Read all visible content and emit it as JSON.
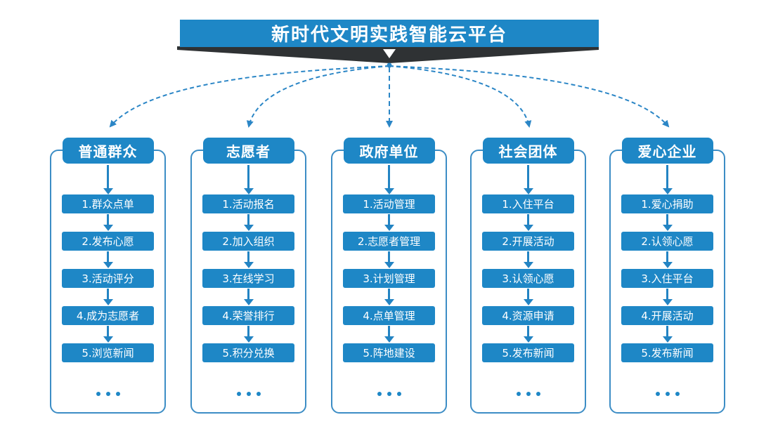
{
  "page": {
    "background": "#ffffff"
  },
  "colors": {
    "primary_blue": "#1e87c6",
    "line_blue": "#2b86c6",
    "ribbon_dark": "#2f3234",
    "text_white": "#ffffff"
  },
  "banner": {
    "title": "新时代文明实践智能云平台"
  },
  "icons": {
    "ribbon_arrow": "white-down-triangle",
    "hub_dot": "connector-origin-dot",
    "connector": "dashed-curved-arrow-down",
    "flow_arrow": "solid-down-arrow",
    "ellipsis": "three-dots-more"
  },
  "columns": [
    {
      "id": "general-public",
      "title": "普通群众",
      "items": [
        "1.群众点单",
        "2.发布心愿",
        "3.活动评分",
        "4.成为志愿者",
        "5.浏览新闻"
      ]
    },
    {
      "id": "volunteer",
      "title": "志愿者",
      "items": [
        "1.活动报名",
        "2.加入组织",
        "3.在线学习",
        "4.荣誉排行",
        "5.积分兑换"
      ]
    },
    {
      "id": "government",
      "title": "政府单位",
      "items": [
        "1.活动管理",
        "2.志愿者管理",
        "3.计划管理",
        "4.点单管理",
        "5.阵地建设"
      ]
    },
    {
      "id": "social-group",
      "title": "社会团体",
      "items": [
        "1.入住平台",
        "2.开展活动",
        "3.认领心愿",
        "4.资源申请",
        "5.发布新闻"
      ]
    },
    {
      "id": "charity-enterprise",
      "title": "爱心企业",
      "items": [
        "1.爱心捐助",
        "2.认领心愿",
        "3.入住平台",
        "4.开展活动",
        "5.发布新闻"
      ]
    }
  ]
}
